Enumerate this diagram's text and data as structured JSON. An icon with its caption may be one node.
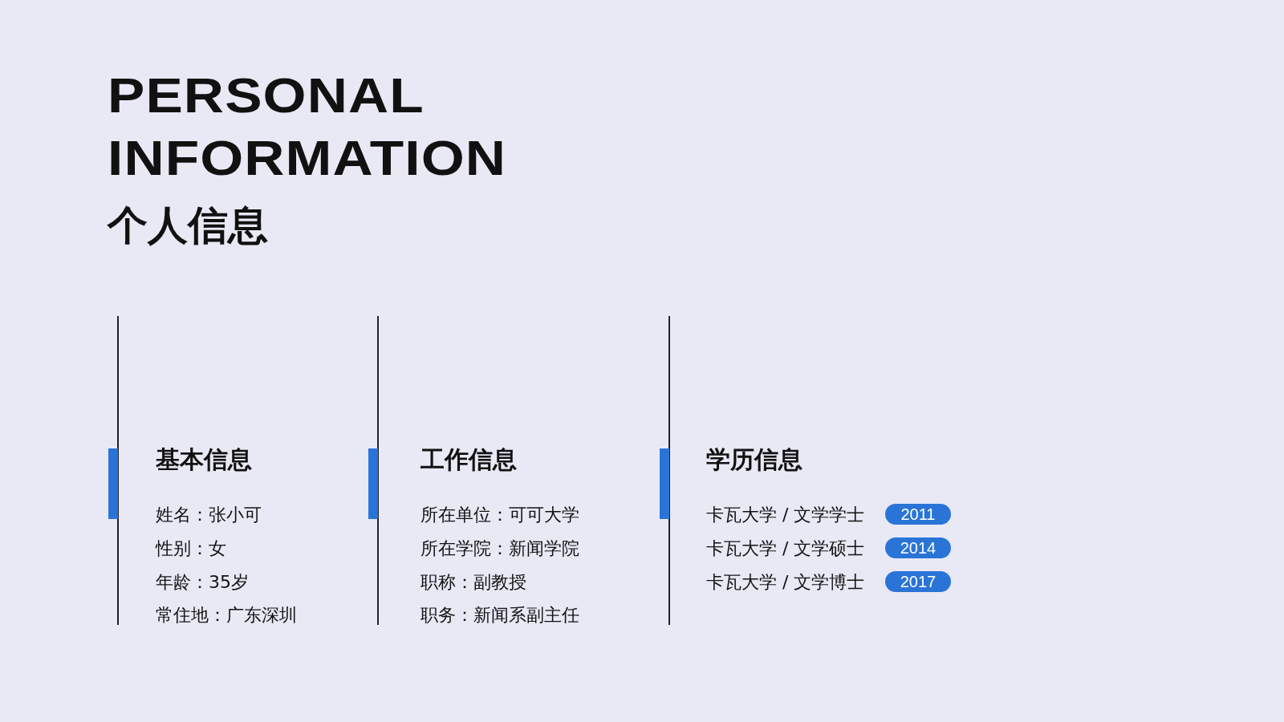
{
  "diagram": {
    "title": "PERSONAL INFORMATION",
    "nodes": [
      {
        "text": [
          "2011"
        ],
        "beside": [
          "卡瓦大学 / 文学学士"
        ]
      },
      {
        "text": [
          "2014"
        ],
        "beside": [
          "卡瓦大学 / 文学硕士"
        ]
      },
      {
        "text": [
          "2017"
        ],
        "beside": [
          "卡瓦大学 / 文学博士"
        ]
      }
    ],
    "labels": [
      "个人信息",
      "基本信息",
      "姓名：张小可",
      "性别：女",
      "年龄：35岁",
      "常住地：广东深圳",
      "工作信息",
      "所在单位：可可大学",
      "所在学院：新闻学院",
      "职称：副教授",
      "职务：新闻系副主任",
      "学历信息"
    ]
  }
}
